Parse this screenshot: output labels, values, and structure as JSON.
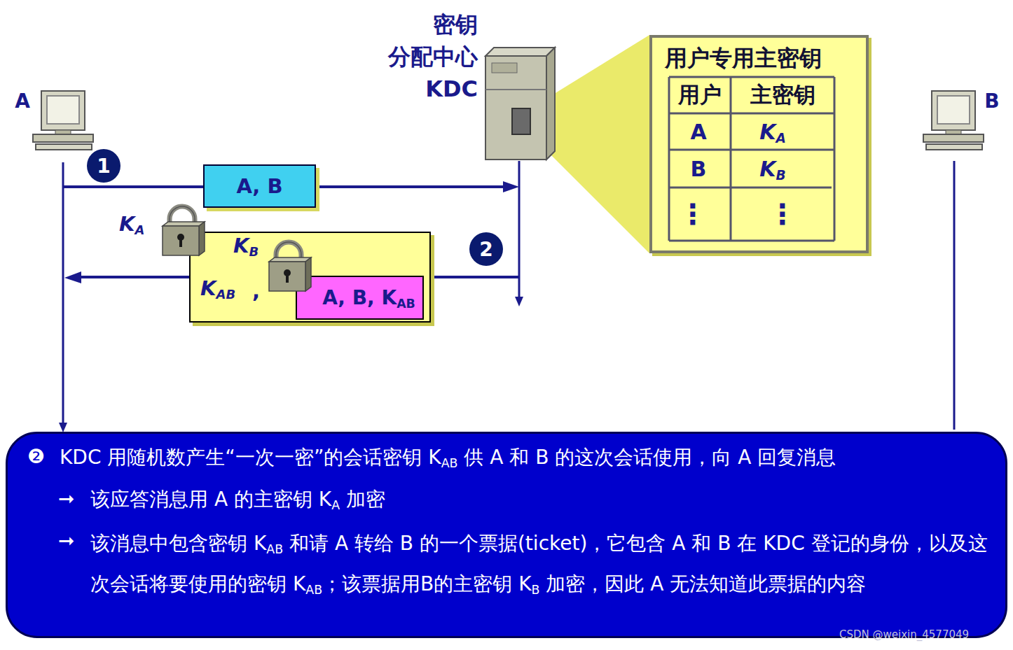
{
  "diagram": {
    "nodes": [
      {
        "text": [
          "A"
        ]
      },
      {
        "text": [
          "密钥 分配中心 KDC"
        ]
      },
      {
        "text": [
          "B"
        ]
      },
      {
        "text": [
          "A, B"
        ]
      },
      {
        "text": [
          "KAB",
          ","
        ]
      },
      {
        "text": [
          "A, B, KAB"
        ],
        "in": 4
      },
      {
        "text": [
          "用户专用主密钥"
        ]
      },
      {
        "text": [
          "❷",
          "KDC 用随机数产生“一次一密”的会话密钥 KAB 供 A 和 B 的这次会话使用，向 A 回复消息",
          "➞",
          "该应答消息用 A 的主密钥 KA 加密",
          "➞",
          "该消息中包含密钥 KAB 和请 A 转给 B 的一个票据(ticket)，它包含 A 和 B 在 KDC 登记的身份，以及这次会话将要使用的密钥 KAB；该票据用B的主密钥 KB 加密，因此 A 无法知道此票据的内容"
        ]
      }
    ],
    "labels": [
      "1",
      "2",
      "KA",
      "KB",
      "用户",
      "主密钥",
      "A",
      "KA",
      "B",
      "KB",
      "⋮",
      "⋮",
      "CSDN @weixin_4577049"
    ]
  }
}
